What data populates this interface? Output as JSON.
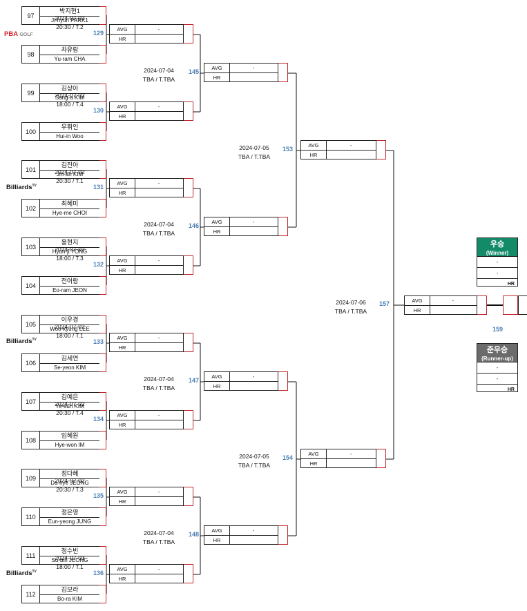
{
  "players": [
    {
      "seed": "97",
      "kr": "박지현1",
      "en": "Ji-hyun PARK1"
    },
    {
      "seed": "98",
      "kr": "차유람",
      "en": "Yu-ram CHA"
    },
    {
      "seed": "99",
      "kr": "김상아",
      "en": "Sang-a KIM"
    },
    {
      "seed": "100",
      "kr": "우휘인",
      "en": "Hui-in Woo"
    },
    {
      "seed": "101",
      "kr": "김진아",
      "en": "Jin-ah KIM"
    },
    {
      "seed": "102",
      "kr": "최혜미",
      "en": "Hye-me CHOI"
    },
    {
      "seed": "103",
      "kr": "용현지",
      "en": "Hyun-ji YONG"
    },
    {
      "seed": "104",
      "kr": "전어람",
      "en": "Eo-ram JEON"
    },
    {
      "seed": "105",
      "kr": "이우경",
      "en": "Woo-kyung LEE"
    },
    {
      "seed": "106",
      "kr": "김세연",
      "en": "Se-yeon KIM"
    },
    {
      "seed": "107",
      "kr": "김예은",
      "en": "Ye-eun KIM"
    },
    {
      "seed": "108",
      "kr": "임혜원",
      "en": "Hye-won IM"
    },
    {
      "seed": "109",
      "kr": "정다혜",
      "en": "Da-hye JEONG"
    },
    {
      "seed": "110",
      "kr": "정은영",
      "en": "Eun-yeong JUNG"
    },
    {
      "seed": "111",
      "kr": "정수빈",
      "en": "Su-bin JEONG"
    },
    {
      "seed": "112",
      "kr": "김보라",
      "en": "Bo-ra KIM"
    }
  ],
  "r1": [
    {
      "num": "129",
      "date": "2024-07-02",
      "time": "20:30 / T.2",
      "avg": "-"
    },
    {
      "num": "130",
      "date": "2024-07-02",
      "time": "18:00 / T.4",
      "avg": "-"
    },
    {
      "num": "131",
      "date": "2024-07-02",
      "time": "20:30 / T.1",
      "avg": "-"
    },
    {
      "num": "132",
      "date": "2024-07-02",
      "time": "18:00 / T.3",
      "avg": "-"
    },
    {
      "num": "133",
      "date": "2024-07-02",
      "time": "18:00 / T.1",
      "avg": "-"
    },
    {
      "num": "134",
      "date": "2024-07-02",
      "time": "20:30 / T.4",
      "avg": "-"
    },
    {
      "num": "135",
      "date": "2024-07-02",
      "time": "20:30 / T.3",
      "avg": "-"
    },
    {
      "num": "136",
      "date": "2024-07-03",
      "time": "18:00 / T.1",
      "avg": "-"
    }
  ],
  "r2": [
    {
      "num": "145",
      "date": "2024-07-04",
      "time": "TBA / T.TBA",
      "avg": "-"
    },
    {
      "num": "146",
      "date": "2024-07-04",
      "time": "TBA / T.TBA",
      "avg": "-"
    },
    {
      "num": "147",
      "date": "2024-07-04",
      "time": "TBA / T.TBA",
      "avg": "-"
    },
    {
      "num": "148",
      "date": "2024-07-04",
      "time": "TBA / T.TBA",
      "avg": "-"
    }
  ],
  "r3": [
    {
      "num": "153",
      "date": "2024-07-05",
      "time": "TBA / T.TBA",
      "avg": "-"
    },
    {
      "num": "154",
      "date": "2024-07-05",
      "time": "TBA / T.TBA",
      "avg": "-"
    }
  ],
  "r4": [
    {
      "num": "157",
      "date": "2024-07-06",
      "time": "TBA / T.TBA",
      "avg": "-"
    }
  ],
  "final": {
    "num": "159"
  },
  "labels": {
    "avg": "AVG",
    "hr": "HR"
  },
  "logos": {
    "pba": "PBA",
    "golf": "GOLF",
    "billiards": "Billiards",
    "tv": "TV"
  },
  "winner": {
    "title": "우승",
    "sub": "(Winner)",
    "line1": "-",
    "line2": "-",
    "hr": "HR",
    "color": "#138a68"
  },
  "runnerup": {
    "title": "준우승",
    "sub": "(Runner-up)",
    "line1": "-",
    "line2": "-",
    "hr": "HR",
    "color": "#6b6b6b"
  }
}
